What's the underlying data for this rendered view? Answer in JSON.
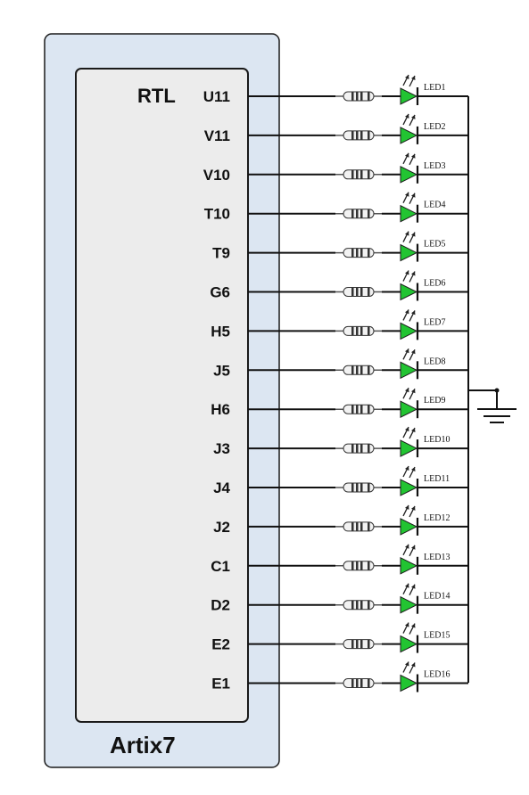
{
  "board": {
    "name": "Artix7",
    "module_label": "RTL"
  },
  "colors": {
    "board_fill": "#dce6f2",
    "board_stroke": "#1a1a1a",
    "module_fill": "#ececec",
    "wire": "#111111",
    "led_fill": "#22c432",
    "resistor_body": "#f2f2f2"
  },
  "channels": [
    {
      "pin": "U11",
      "led": "LED1"
    },
    {
      "pin": "V11",
      "led": "LED2"
    },
    {
      "pin": "V10",
      "led": "LED3"
    },
    {
      "pin": "T10",
      "led": "LED4"
    },
    {
      "pin": "T9",
      "led": "LED5"
    },
    {
      "pin": "G6",
      "led": "LED6"
    },
    {
      "pin": "H5",
      "led": "LED7"
    },
    {
      "pin": "J5",
      "led": "LED8"
    },
    {
      "pin": "H6",
      "led": "LED9"
    },
    {
      "pin": "J3",
      "led": "LED10"
    },
    {
      "pin": "J4",
      "led": "LED11"
    },
    {
      "pin": "J2",
      "led": "LED12"
    },
    {
      "pin": "C1",
      "led": "LED13"
    },
    {
      "pin": "D2",
      "led": "LED14"
    },
    {
      "pin": "E2",
      "led": "LED15"
    },
    {
      "pin": "E1",
      "led": "LED16"
    }
  ]
}
